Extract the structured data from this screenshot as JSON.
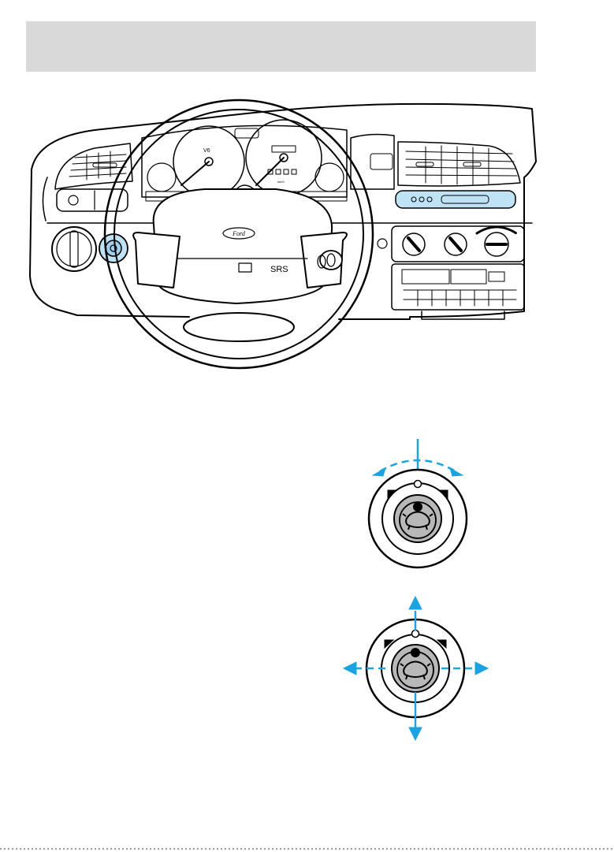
{
  "header": {
    "title": ""
  },
  "dashboard": {
    "brand": "Ford",
    "airbag_label": "SRS",
    "gauge_label": "V6",
    "speed_unit": "km/h"
  },
  "colors": {
    "accent": "#1aa3e0",
    "highlight_fill": "#bfe2f5",
    "lock_gray": "#b8b8b8",
    "header_band": "#d9d9d9"
  },
  "icons": {
    "top_lock": "steering-column-lock-icon",
    "bottom_lock": "steering-column-lock-icon"
  }
}
